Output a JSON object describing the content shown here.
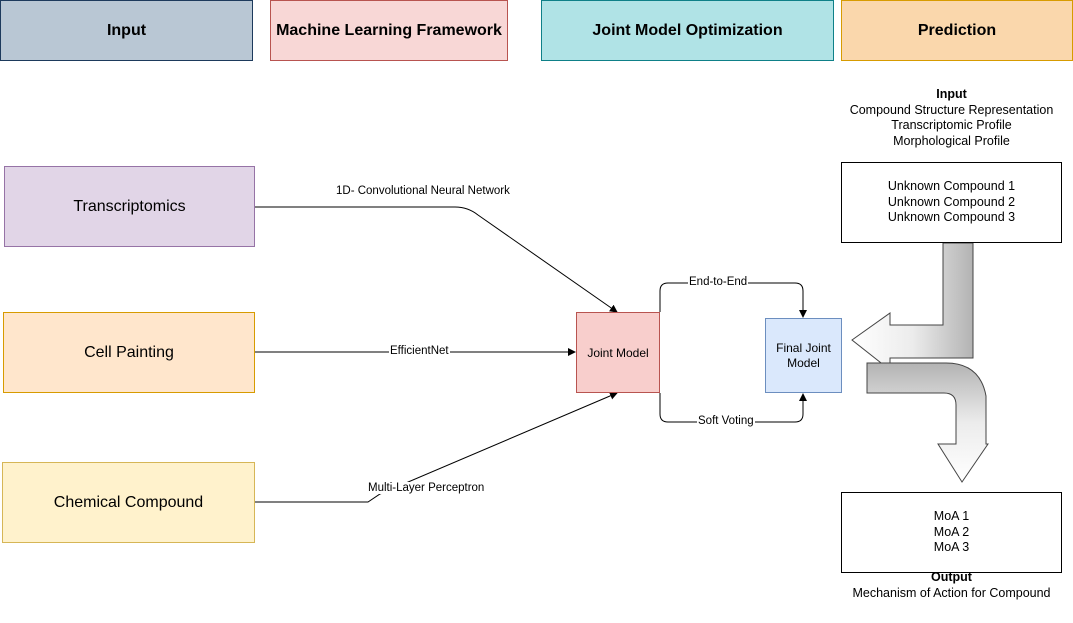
{
  "headers": {
    "input": "Input",
    "ml_framework": "Machine Learning Framework",
    "joint_optimization": "Joint Model Optimization",
    "prediction": "Prediction"
  },
  "sources": {
    "transcriptomics": "Transcriptomics",
    "cell_painting": "Cell Painting",
    "chemical_compound": "Chemical Compound"
  },
  "edges": {
    "cnn": "1D- Convolutional Neural Network",
    "efficientnet": "EfficientNet",
    "mlp": "Multi-Layer Perceptron",
    "end_to_end": "End-to-End",
    "soft_voting": "Soft Voting"
  },
  "nodes": {
    "joint_model": "Joint Model",
    "final_joint_model_line1": "Final Joint",
    "final_joint_model_line2": "Model"
  },
  "prediction_input": {
    "title": "Input",
    "lines": [
      "Compound Structure Representation",
      "Transcriptomic Profile",
      "Morphological Profile"
    ]
  },
  "unknown_compounds": [
    "Unknown Compound 1",
    "Unknown Compound 2",
    "Unknown Compound 3"
  ],
  "moa_list": [
    "MoA 1",
    "MoA 2",
    "MoA 3"
  ],
  "prediction_output": {
    "title": "Output",
    "line": "Mechanism of Action for Compound"
  },
  "colors": {
    "input_header": "#b9c7d4",
    "ml_header": "#f8d7d6",
    "joint_header": "#b0e3e6",
    "prediction_header": "#fad7ac",
    "transcriptomics": "#e1d5e7",
    "cell_painting": "#ffe6cc",
    "chemical_compound": "#fff2cc",
    "joint_model": "#f8cecc",
    "final_joint_model": "#dae8fc"
  }
}
